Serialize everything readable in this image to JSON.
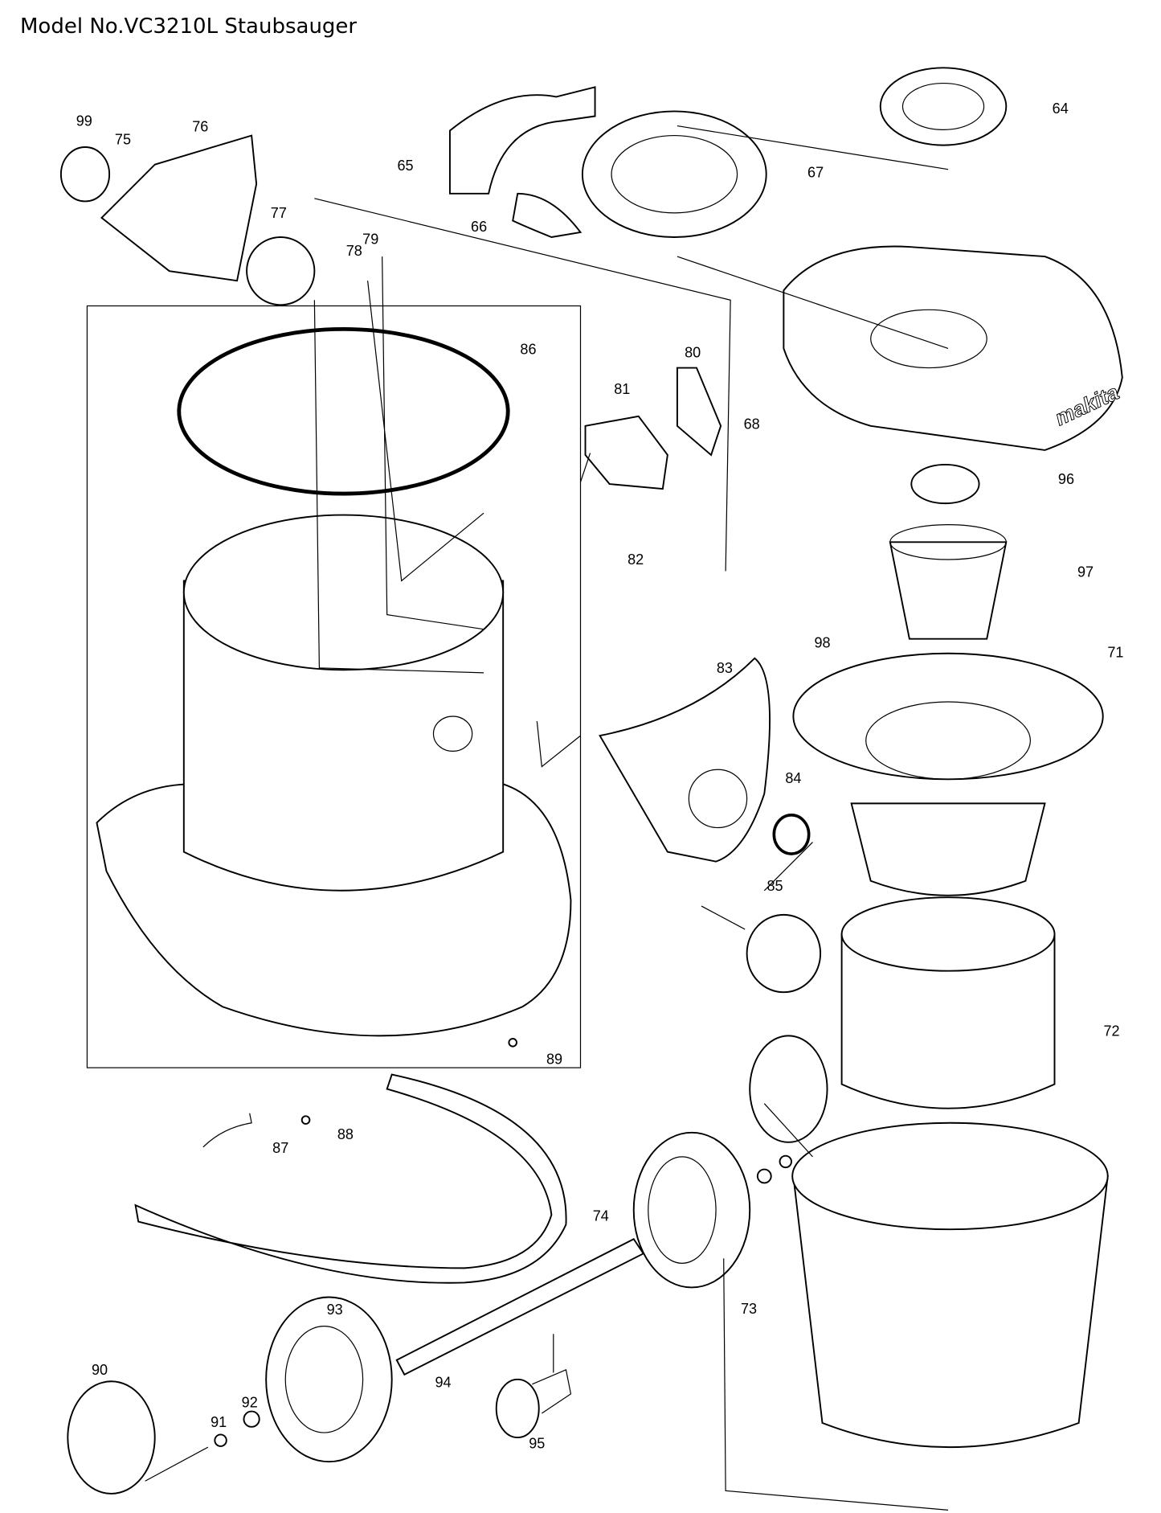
{
  "title": "Model No.VC3210L Staubsauger",
  "parts": [
    "99",
    "75",
    "76",
    "77",
    "79",
    "78",
    "65",
    "66",
    "67",
    "64",
    "86",
    "80",
    "81",
    "68",
    "96",
    "82",
    "97",
    "98",
    "71",
    "83",
    "84",
    "85",
    "72",
    "89",
    "87",
    "88",
    "74",
    "93",
    "90",
    "94",
    "73",
    "92",
    "91",
    "95"
  ],
  "brand_logo": "makita"
}
